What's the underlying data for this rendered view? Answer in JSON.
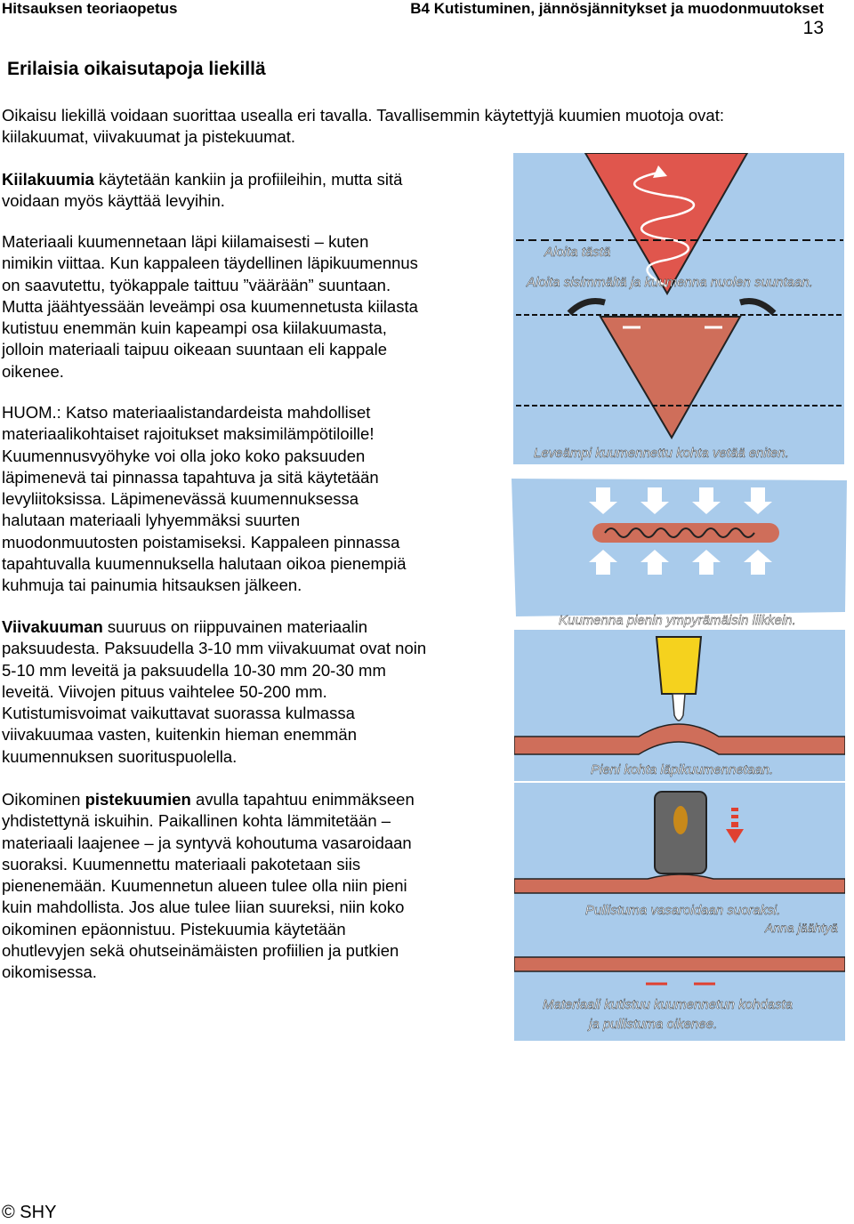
{
  "header": {
    "left": "Hitsauksen teoriaopetus",
    "right": "B4 Kutistuminen, jännösjännitykset ja muodonmuutokset",
    "page_number": "13"
  },
  "section_title": "Erilaisia oikaisutapoja liekillä",
  "paragraphs": {
    "intro": {
      "l1": "Oikaisu liekillä voidaan suorittaa usealla eri tavalla. Tavallisemmin käytettyjä kuumien muotoja ovat:",
      "l2": "kiilakuumat, viivakuumat ja pistekuumat."
    },
    "kiila": {
      "bold": "Kiilakuumia",
      "l1": " käytetään kankiin ja profiileihin, mutta sitä",
      "l2": "voidaan myös käyttää levyihin."
    },
    "materiaali": {
      "l1": "Materiaali kuumennetaan läpi kiilamaisesti – kuten",
      "l2": "nimikin viittaa. Kun kappaleen täydellinen läpikuumennus",
      "l3": "on saavutettu, työkappale taittuu ”väärään” suuntaan.",
      "l4": "Mutta jäähtyessään leveämpi osa kuumennetusta kiilasta",
      "l5": "kutistuu enemmän kuin kapeampi osa kiilakuumasta,",
      "l6": "jolloin materiaali taipuu oikeaan suuntaan eli kappale",
      "l7": "oikenee."
    },
    "huom": {
      "l1": "HUOM.: Katso materiaalistandardeista mahdolliset",
      "l2": "materiaalikohtaiset rajoitukset maksimilämpötiloille!",
      "l3": "Kuumennusvyöhyke voi olla joko koko paksuuden",
      "l4": "läpimenevä tai pinnassa tapahtuva ja sitä käytetään",
      "l5": "levyliitoksissa. Läpimenevässä kuumennuksessa",
      "l6": "halutaan materiaali lyhyemmäksi suurten",
      "l7": "muodonmuutosten poistamiseksi. Kappaleen pinnassa",
      "l8": "tapahtuvalla kuumennuksella halutaan oikoa pienempiä",
      "l9": "kuhmuja tai painumia hitsauksen jälkeen."
    },
    "viiva": {
      "bold": "Viivakuuman",
      "l1": " suuruus on riippuvainen materiaalin",
      "l2": "paksuudesta. Paksuudella 3-10 mm viivakuumat ovat noin",
      "l3": "5-10 mm leveitä ja  paksuudella 10-30 mm 20-30 mm",
      "l4": "leveitä. Viivojen pituus vaihtelee 50-200 mm.",
      "l5": "Kutistumisvoimat vaikuttavat suorassa kulmassa",
      "l6": "viivakuumaa vasten, kuitenkin hieman enemmän",
      "l7": "kuumennuksen suorituspuolella."
    },
    "piste": {
      "pre": "Oikominen ",
      "bold": "pistekuumien",
      "l1": " avulla tapahtuu enimmäkseen",
      "l2": "yhdistettynä iskuihin. Paikallinen kohta lämmitetään –",
      "l3": "materiaali laajenee – ja syntyvä kohoutuma vasaroidaan",
      "l4": "suoraksi. Kuumennettu materiaali pakotetaan siis",
      "l5": "pienenemään. Kuumennetun alueen tulee olla niin pieni",
      "l6": "kuin mahdollista. Jos alue tulee liian suureksi, niin koko",
      "l7": "oikominen epäonnistuu. Pistekuumia käytetään",
      "l8": "ohutlevyjen sekä ohutseinämäisten profiilien ja putkien",
      "l9": "oikomisessa."
    }
  },
  "figures": {
    "wedge": {
      "label_start": "Aloita tästä",
      "label_inner": "Aloita sisimmältä ja kuumenna nuolen suuntaan.",
      "caption": "Leveämpi kuumennettu kohta vetää eniten."
    },
    "line": {
      "caption": "Kuumenna pienin ympyrämäisin liikkein."
    },
    "spot_torch": {
      "caption": "Pieni kohta läpikuumennetaan."
    },
    "spot_hammer": {
      "caption1": "Pullistuma vasaroidaan suoraksi.",
      "caption2": "Anna jäähtyä",
      "caption3a": "Materiaali kutistuu kuumennetun kohdasta",
      "caption3b": "ja pullistuma oikenee."
    }
  },
  "colors": {
    "sky": "#a9cbeb",
    "wedge_red": "#e0564d",
    "plate_red": "#cf6e5a",
    "plate_blue": "#a9cbeb",
    "flame_yellow": "#f5d21e"
  },
  "footer": "© SHY"
}
